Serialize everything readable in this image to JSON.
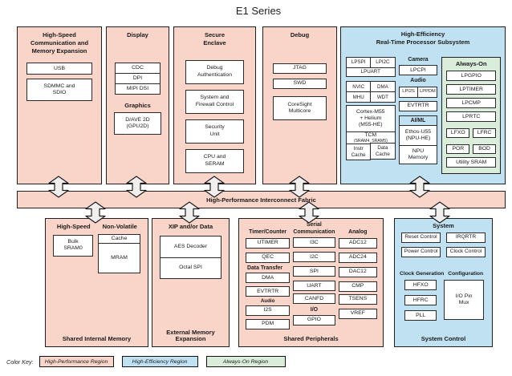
{
  "title": "E1 Series",
  "fabric_label": "High-Performance Interconnect Fabric",
  "colors": {
    "high_performance": "#f8d4c9",
    "high_efficiency": "#bfe1f1",
    "always_on": "#d9edda"
  },
  "boxes": {
    "hscme": {
      "title": "High-Speed Communication and Memory Expansion",
      "usb": "USB",
      "sdmmc": [
        "SDMMC and",
        "SDIO"
      ]
    },
    "display": {
      "title": "Display",
      "stack": [
        "CDC",
        "DPI",
        "MIPI DSI"
      ],
      "graphics_label": "Graphics",
      "gpu": [
        "D/AVE 2D",
        "(GPU2D)"
      ]
    },
    "secure": {
      "title": [
        "Secure",
        "Enclave"
      ],
      "items": [
        [
          "Debug",
          "Authentication"
        ],
        [
          "System and",
          "Firewall Control"
        ],
        [
          "Security",
          "Unit"
        ],
        [
          "CPU and",
          "SERAM"
        ]
      ]
    },
    "debug": {
      "title": "Debug",
      "jtag": "JTAG",
      "swd": "SWD",
      "coresight": [
        "CoreSight",
        "Multicore"
      ]
    },
    "he": {
      "title": [
        "High-Efficiency",
        "Real-Time Processor Subsystem"
      ],
      "left": {
        "row1": [
          "LPSPI",
          "LPI2C"
        ],
        "lpuart": "LPUART",
        "row2": [
          "NVIC",
          "DMA"
        ],
        "row3": [
          "MHU",
          "WDT"
        ],
        "cpu": [
          "Cortex-M55",
          "+ Helium",
          "(M55-HE)"
        ],
        "tcm": [
          "TCM",
          "(SRAM4, SRAM5)"
        ],
        "caches": [
          [
            "Instr",
            "Cache"
          ],
          [
            "Data",
            "Cache"
          ]
        ]
      },
      "mid": {
        "camera_label": "Camera",
        "lpcpi": "LPCPI",
        "audio_label": "Audio",
        "audio": [
          "LPI2S",
          "LPPDM"
        ],
        "evtrtr": "EVTRTR",
        "aiml_label": "AI/ML",
        "ethos": [
          "Ethos-U55",
          "(NPU-HE)"
        ],
        "npu": [
          "NPU",
          "Memory"
        ]
      },
      "ao": {
        "title": "Always-On",
        "items": [
          "LPGPIO",
          "LPTIMER",
          "LPCMP",
          "LPRTC"
        ],
        "pair1": [
          "LFXO",
          "LFRC"
        ],
        "pair2": [
          "POR",
          "BOD"
        ],
        "utility": "Utility SRAM"
      }
    }
  },
  "bottom": {
    "sim": {
      "head1": "High-Speed",
      "head2": "Non-Volatile",
      "bulk": [
        "Bulk",
        "SRAM0"
      ],
      "cache": "Cache",
      "mram": "MRAM",
      "footer": "Shared Internal Memory"
    },
    "eme": {
      "title": "XIP and/or Data",
      "stack": [
        "AES Decoder",
        "Octal SPI"
      ],
      "footer": "External Memory Expansion"
    },
    "sp": {
      "col1": {
        "h1": "Timer/Counter",
        "utimer": "UTIMER",
        "qec": "QEC",
        "h2": "Data Transfer",
        "dma": "DMA",
        "evtrtr": "EVTRTR",
        "h3": "Audio",
        "i2s": "I2S",
        "pdm": "PDM"
      },
      "col2": {
        "h1": "Serial Communication",
        "items": [
          "I3C",
          "I2C",
          "SPI",
          "UART",
          "CANFD"
        ],
        "h2": "I/O",
        "gpio": "GPIO"
      },
      "col3": {
        "h1": "Analog",
        "items": [
          "ADC12",
          "ADC24",
          "DAC12",
          "CMP",
          "TSENS",
          "VREF"
        ]
      },
      "footer": "Shared Peripherals"
    },
    "sc": {
      "h1": "System",
      "cells": [
        "Reset Control",
        "IRQRTR",
        "Power Control",
        "Clock Control"
      ],
      "h2": "Clock Generation",
      "h3": "Configuration",
      "clocks": [
        "HFXO",
        "HFRC",
        "PLL"
      ],
      "iomux": [
        "I/O Pin",
        "Mux"
      ],
      "footer": "System Control"
    }
  },
  "legend": {
    "label": "Color Key:",
    "items": [
      "High-Performance Region",
      "High-Efficiency Region",
      "Always-On Region"
    ]
  }
}
